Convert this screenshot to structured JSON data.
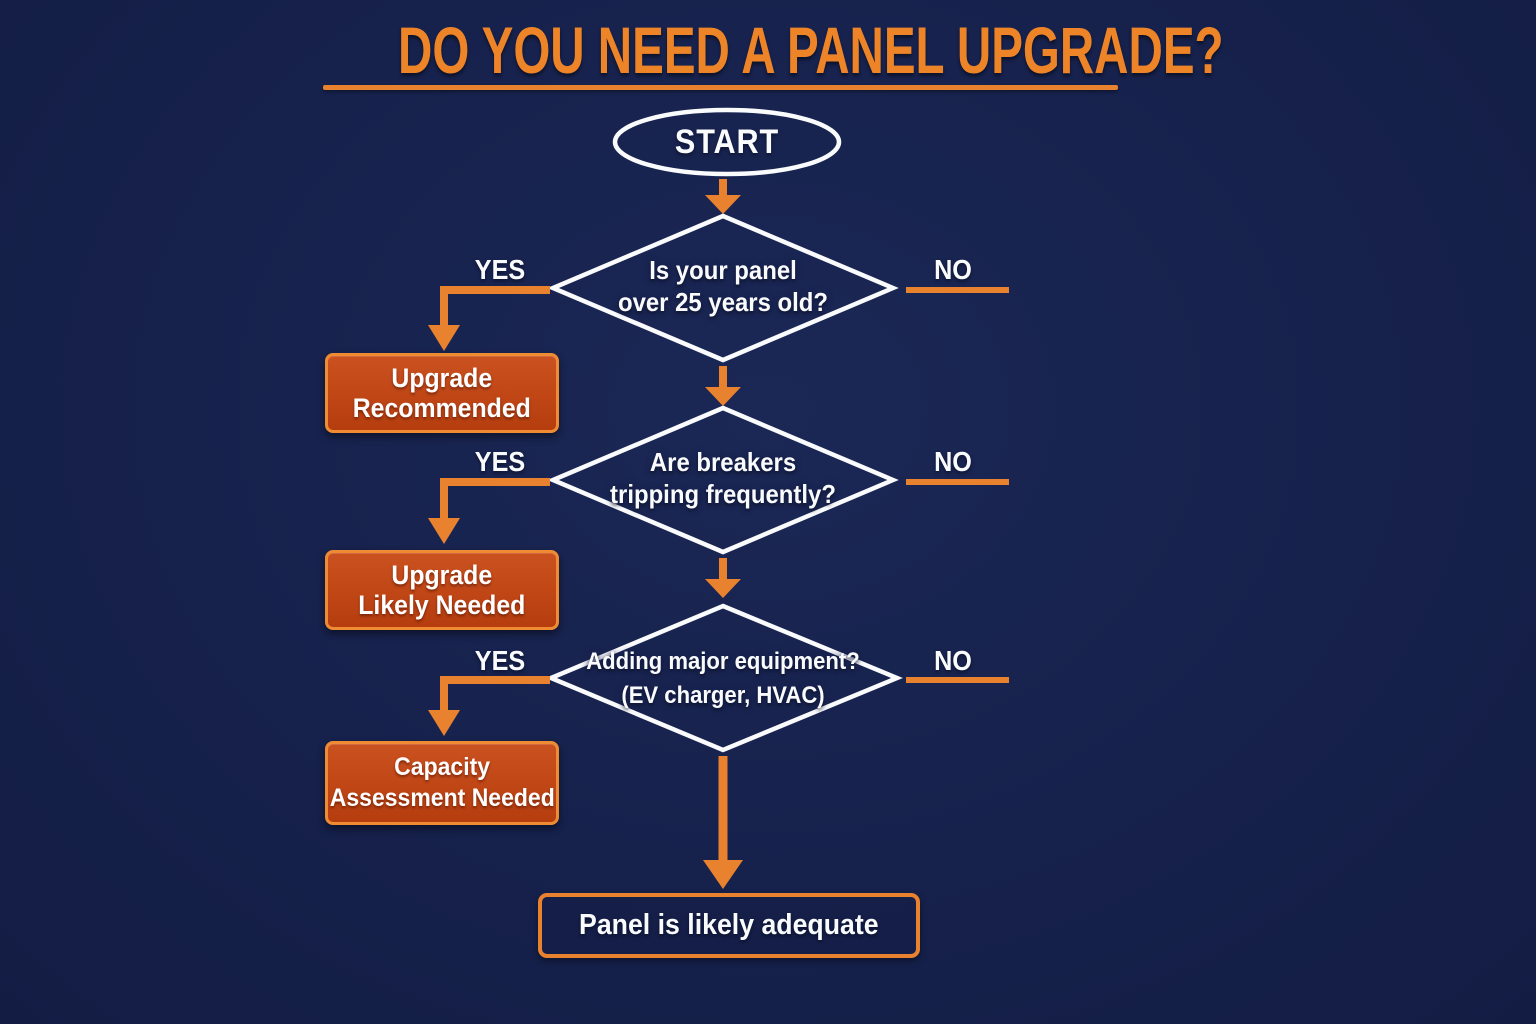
{
  "title": {
    "text": "DO YOU NEED A PANEL UPGRADE?"
  },
  "colors": {
    "background_navy": "#16214c",
    "accent_orange": "#e9822e",
    "title_orange": "#ee8428",
    "result_box_fill": "#c04616",
    "result_box_border": "#ef8c33",
    "outline_white": "#fafbfd"
  },
  "flowchart": {
    "start_label": "START",
    "decisions": [
      {
        "question_line1": "Is your panel",
        "question_line2": "over 25 years old?",
        "yes_label": "YES",
        "no_label": "NO",
        "result_line1": "Upgrade",
        "result_line2": "Recommended"
      },
      {
        "question_line1": "Are breakers",
        "question_line2": "tripping frequently?",
        "yes_label": "YES",
        "no_label": "NO",
        "result_line1": "Upgrade",
        "result_line2": "Likely Needed"
      },
      {
        "question_line1": "Adding major equipment?",
        "question_line2": "(EV charger, HVAC)",
        "yes_label": "YES",
        "no_label": "NO",
        "result_line1": "Capacity",
        "result_line2": "Assessment Needed"
      }
    ],
    "final_label": "Panel is likely adequate"
  }
}
